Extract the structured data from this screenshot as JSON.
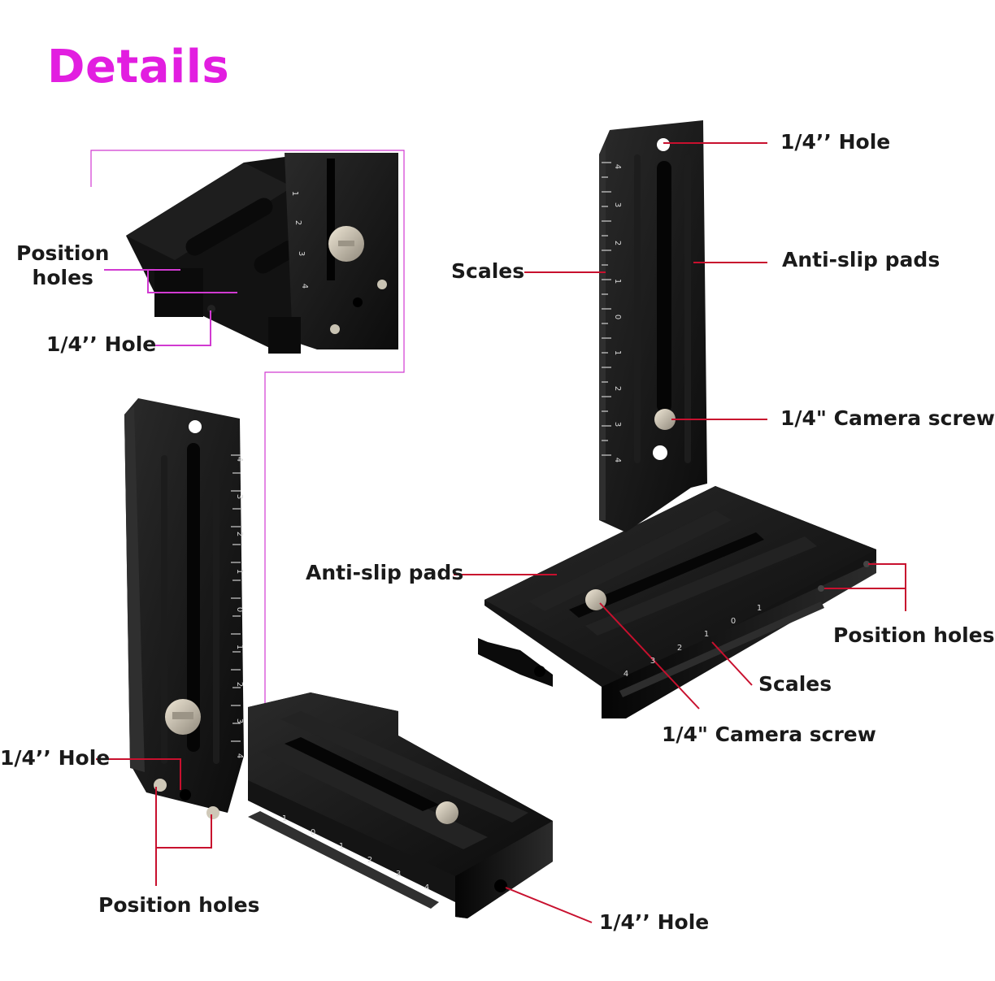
{
  "title": "Details",
  "colors": {
    "accent": "#e21ee0",
    "leader_red": "#c8102e",
    "leader_magenta": "#d13ad1",
    "metal_dark": "#111111",
    "metal_edge": "#3a3a3a",
    "scale_text": "#d8d8d8"
  },
  "labels": {
    "inset_position_holes_line1": "Position",
    "inset_position_holes_line2": "holes",
    "inset_hole": "1/4’’ Hole",
    "right_top_hole": "1/4’’ Hole",
    "right_scales": "Scales",
    "right_anti_slip": "Anti-slip pads",
    "right_camera_screw": "1/4\" Camera screw",
    "right_base_anti_slip": "Anti-slip pads",
    "right_position_holes": "Position holes",
    "right_base_scales": "Scales",
    "right_base_camera_screw": "1/4\" Camera screw",
    "left_hole": "1/4’’ Hole",
    "left_position_holes": "Position holes",
    "left_base_hole": "1/4’’ Hole"
  },
  "scale_ticks": {
    "vertical_right": [
      "4",
      "3",
      "2",
      "1",
      "0",
      "1",
      "2",
      "3",
      "4"
    ],
    "vertical_left": [
      "4",
      "3",
      "2",
      "1",
      "0",
      "1",
      "2",
      "3",
      "4"
    ],
    "base_left": [
      "1",
      "0",
      "1",
      "2",
      "3",
      "4"
    ],
    "base_right": [
      "4",
      "3",
      "2",
      "1",
      "0",
      "1"
    ],
    "inset": [
      "1",
      "2",
      "3",
      "4"
    ]
  }
}
